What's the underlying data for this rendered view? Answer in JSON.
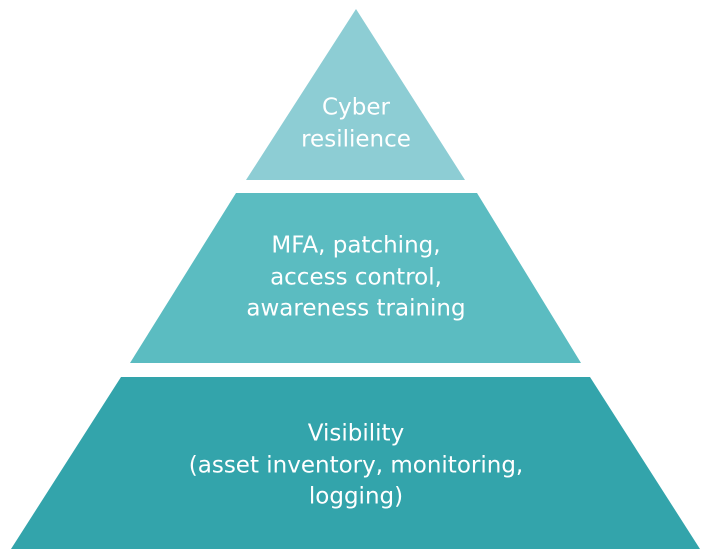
{
  "pyramid": {
    "tiers": [
      {
        "label": "Cyber\nresilience",
        "color": "#8dcdd4"
      },
      {
        "label": "MFA, patching,\naccess control,\nawareness training",
        "color": "#5bbcc1"
      },
      {
        "label": "Visibility\n(asset inventory, monitoring, logging)",
        "color": "#33a4ab"
      }
    ]
  }
}
